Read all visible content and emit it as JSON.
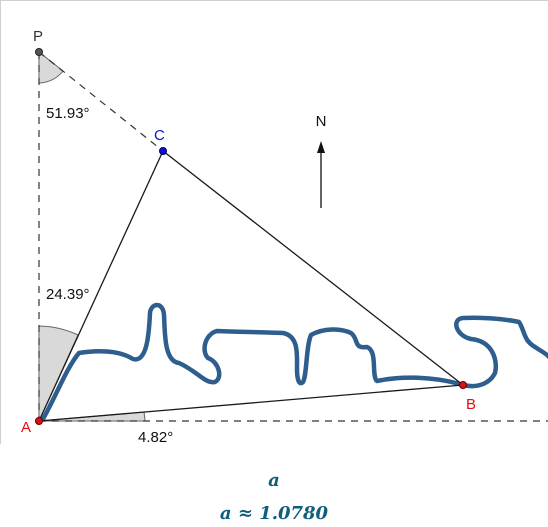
{
  "points": {
    "P": {
      "label": "P",
      "color": "#333333"
    },
    "C": {
      "label": "C",
      "color": "#1010d0"
    },
    "A": {
      "label": "A",
      "color": "#e01010"
    },
    "B": {
      "label": "B",
      "color": "#e01010"
    }
  },
  "angles": {
    "at_P": "51.93°",
    "at_A_vertical": "24.39°",
    "at_A_horizontal": "4.82°"
  },
  "north_label": "N",
  "formula": {
    "line1": "a",
    "line2": "a ≈ 1.0780"
  },
  "colors": {
    "river": "#2e5e8e",
    "angle_fill": "#d9d9d9",
    "lines": "#1a1a1a"
  }
}
